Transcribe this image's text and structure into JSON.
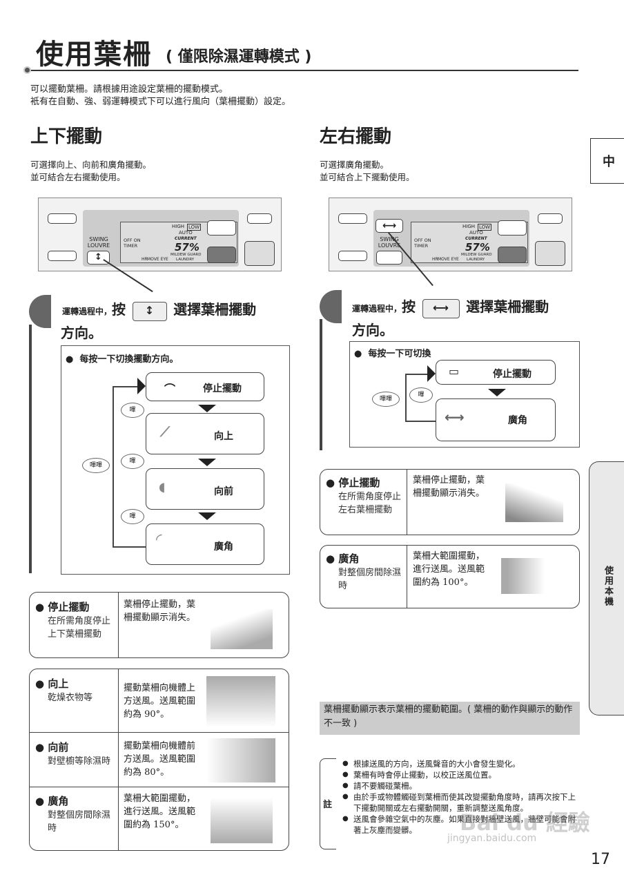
{
  "header": {
    "title": "使用葉柵",
    "subtitle": "( 僅限除濕運轉模式 )"
  },
  "intro": [
    "可以擺動葉柵。請根據用途設定葉柵的擺動模式。",
    "衹有在自動、強、弱運轉模式下可以進行風向（葉柵擺動）設定。"
  ],
  "side_tabs": {
    "top": "中",
    "grey": "使用本機"
  },
  "vertical": {
    "heading": "上下擺動",
    "desc": [
      "可選擇向上、向前和廣角擺動。",
      "並可結合左右擺動使用。"
    ],
    "step_pre": "運轉過程中，",
    "step_press": "按",
    "step_post": "選擇葉柵擺動",
    "step_cont": "方向。",
    "key_symbol": "↕",
    "bullet_note": "每按一下切換擺動方向。",
    "beep": "嗶",
    "beep2": "嗶嗶",
    "modes": [
      "停止擺動",
      "向上",
      "向前",
      "廣角"
    ],
    "info": [
      {
        "title": "停止擺動",
        "sub": "在所需角度停止上下葉柵擺動",
        "desc": "葉柵停止擺動，葉柵擺動顯示消失。"
      },
      {
        "title": "向上",
        "sub": "乾燥衣物等",
        "desc": "擺動葉柵向機體上方送風。送風範圍約為 90°。"
      },
      {
        "title": "向前",
        "sub": "對壁櫥等除濕時",
        "desc": "擺動葉柵向機體前方送風。送風範圍約為 80°。"
      },
      {
        "title": "廣角",
        "sub": "對整個房間除濕時",
        "desc": "葉柵大範圍擺動，進行送風。送風範圍約為 150°。"
      }
    ]
  },
  "horizontal": {
    "heading": "左右擺動",
    "desc": [
      "可選擇廣角擺動。",
      "並可結合上下擺動使用。"
    ],
    "step_pre": "運轉過程中，",
    "step_press": "按",
    "step_post": "選擇葉柵擺動",
    "step_cont": "方向。",
    "key_symbol": "⟷",
    "bullet_note": "每按一下可切換",
    "beep": "嗶",
    "beep2": "嗶嗶",
    "modes": [
      "停止擺動",
      "廣角"
    ],
    "info": [
      {
        "title": "停止擺動",
        "sub": "在所需角度停止左右葉柵擺動",
        "desc": "葉柵停止擺動，葉柵擺動顯示消失。"
      },
      {
        "title": "廣角",
        "sub": "對整個房間除濕時",
        "desc": "葉柵大範圍擺動，進行送風。送風範圍約為 100°。"
      }
    ]
  },
  "panel_labels": {
    "swing": "SWING",
    "louvre": "LOUVRE",
    "off_on": "OFF  ON",
    "timer": "TIMER",
    "hr": "HR",
    "move_eye": "MOVE EYE",
    "high": "HIGH",
    "low": "LOW",
    "auto": "AUTO",
    "current": "CURRENT",
    "humidity": "57%",
    "mildew": "MILDEW GUARD",
    "laundry": "LAUNDRY"
  },
  "display_note": "葉柵擺動顯示表示葉柵的擺動範圍。( 葉柵的動作與顯示的動作不一致 )",
  "notes_label": "註",
  "notes": [
    "根據送風的方向，送風聲音的大小會發生變化。",
    "葉柵有時會停止擺動，以校正送風位置。",
    "請不要觸碰葉柵。",
    "由於手或物體觸碰到葉柵而使其改變擺動角度時，請再次按下上下擺動開關或左右擺動開關，重新調整送風角度。",
    "送風會參雜空氣中的灰塵。如果直接對牆壁送風，牆壁可能會附著上灰塵而變髒。"
  ],
  "watermark": "Bai du 經驗",
  "watermark_url": "jingyan.baidu.com",
  "page_number": "17"
}
